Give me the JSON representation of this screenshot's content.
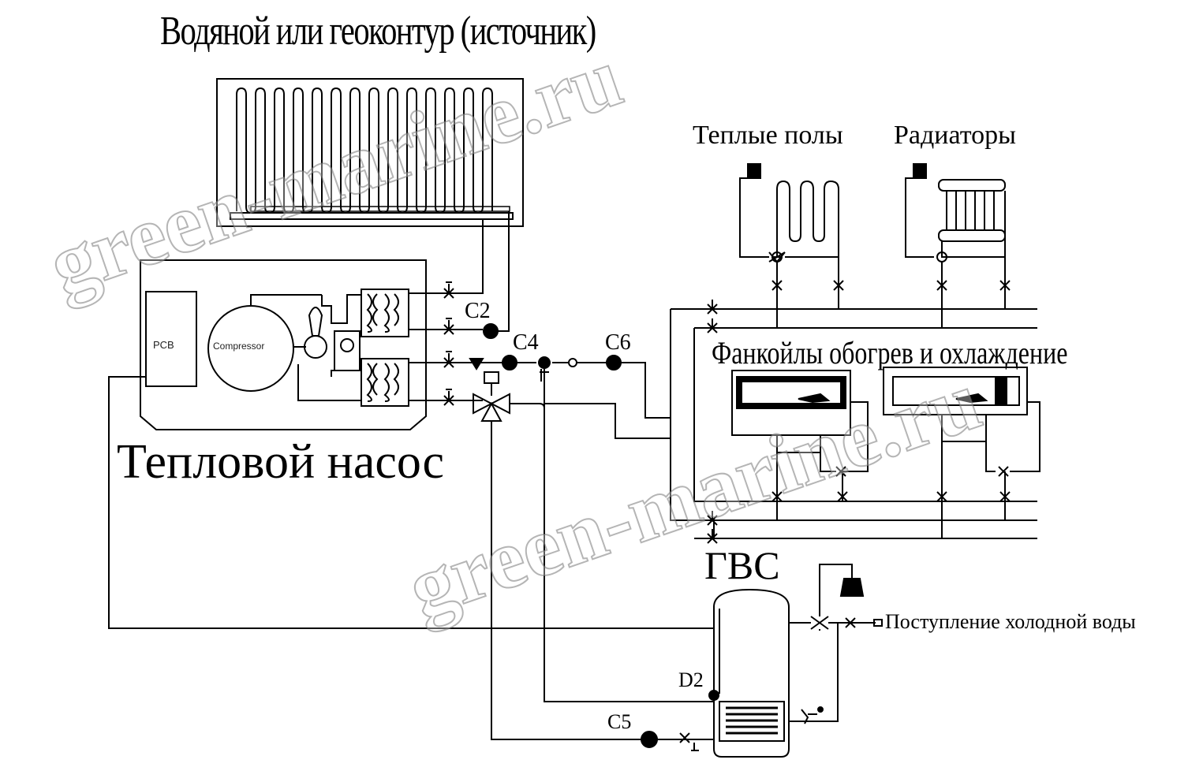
{
  "labels": {
    "source": "Водяной или геоконтур (источник)",
    "warm_floor": "Теплые полы",
    "radiators": "Радиаторы",
    "fancoils": "Фанкойлы обогрев и охлаждение",
    "heat_pump": "Тепловой насос",
    "dhw": "ГВС",
    "cold_water": "Поступление холодной воды",
    "pcb": "PCB",
    "compressor": "Compressor"
  },
  "sensors": {
    "c2": "C2",
    "c4": "C4",
    "c6": "C6",
    "c5": "C5",
    "d2": "D2"
  },
  "watermark": "green-marine.ru",
  "colors": {
    "line": "#000000",
    "watermark_stroke": "#888888"
  }
}
